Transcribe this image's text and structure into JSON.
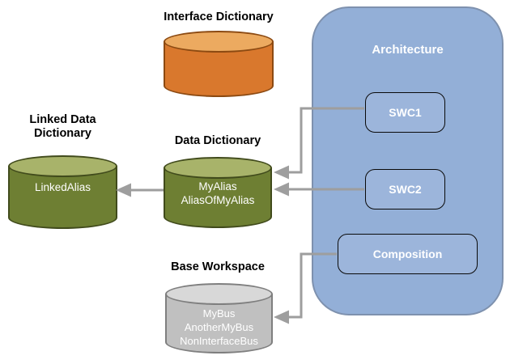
{
  "labels": {
    "interface_dictionary": "Interface Dictionary",
    "linked_data_dictionary": "Linked Data\nDictionary",
    "data_dictionary": "Data Dictionary",
    "base_workspace": "Base Workspace"
  },
  "architecture": {
    "title": "Architecture",
    "components": [
      {
        "label": "SWC1"
      },
      {
        "label": "SWC2"
      },
      {
        "label": "Composition"
      }
    ]
  },
  "stores": {
    "interface_dictionary": {
      "name": "Interface Dictionary",
      "items": []
    },
    "linked_data_dictionary": {
      "name": "Linked Data Dictionary",
      "items": [
        "LinkedAlias"
      ]
    },
    "data_dictionary": {
      "name": "Data Dictionary",
      "items": [
        "MyAlias",
        "AliasOfMyAlias"
      ]
    },
    "base_workspace": {
      "name": "Base Workspace",
      "items": [
        "MyBus",
        "AnotherMyBus",
        "NonInterfaceBus"
      ]
    }
  },
  "connections": [
    {
      "from": "SWC1",
      "to": "Data Dictionary"
    },
    {
      "from": "SWC2",
      "to": "Data Dictionary"
    },
    {
      "from": "Data Dictionary",
      "to": "Linked Data Dictionary"
    },
    {
      "from": "Composition",
      "to": "Base Workspace"
    }
  ],
  "colors": {
    "orange_body": "#D9782D",
    "orange_top": "#ECAA60",
    "orange_border": "#8C4A12",
    "green_body": "#6E7F33",
    "green_top": "#A8B36A",
    "green_border": "#414B1C",
    "gray_body": "#C0C0C0",
    "gray_top": "#D8D8D8",
    "gray_border": "#7F7F7F",
    "architecture_fill": "#93AFD7",
    "architecture_border": "#7E91AE",
    "component_fill": "#9CB5DB",
    "component_border": "#0A0A0A",
    "arrow": "#9E9E9E",
    "label_text": "#000000",
    "cylinder_text": "#FFFFFF"
  }
}
